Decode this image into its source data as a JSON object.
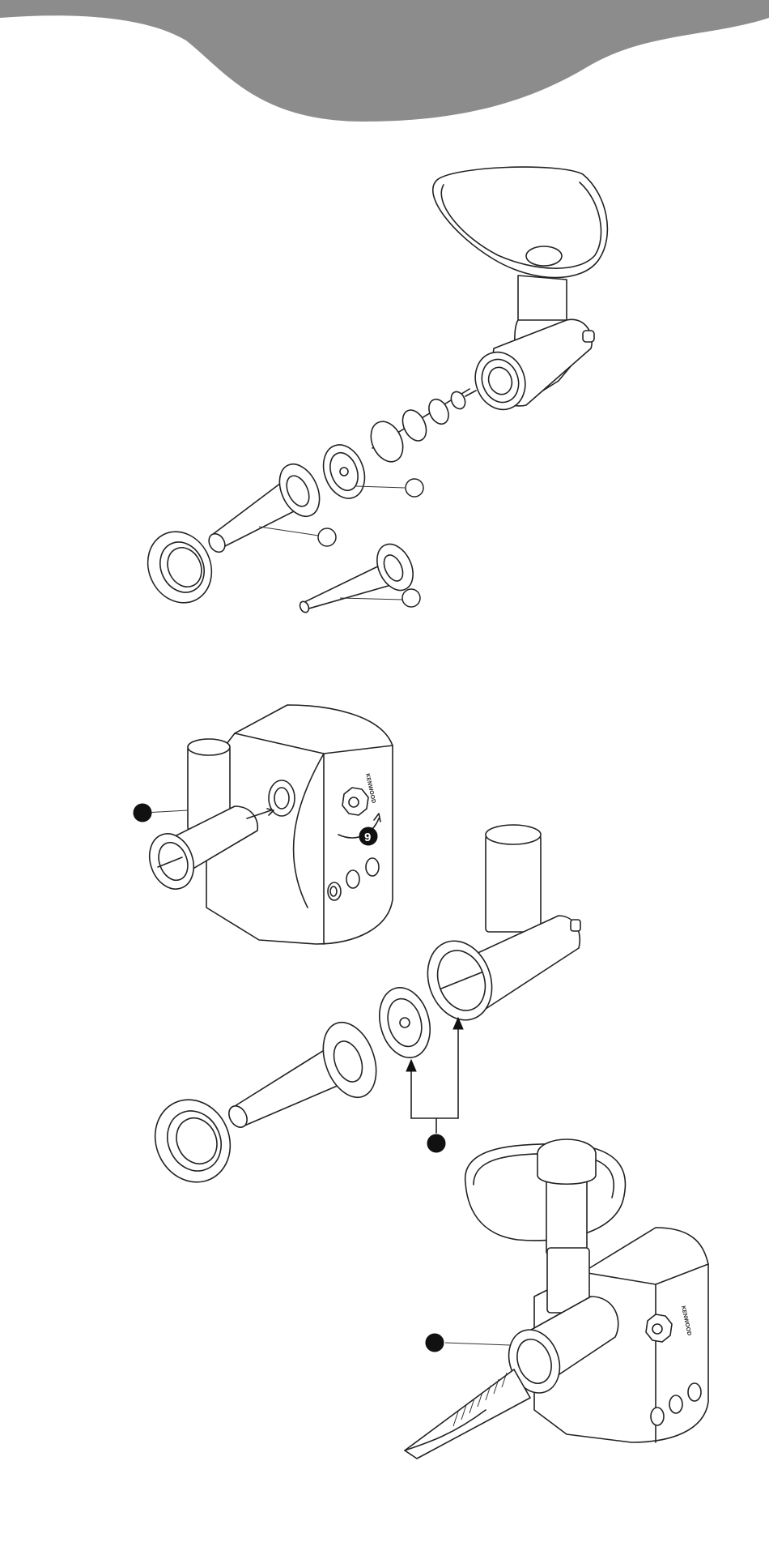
{
  "header": {
    "band_color": "#8c8c8c"
  },
  "figure_top": {
    "callouts": [
      "",
      "",
      ""
    ]
  },
  "figure_middle": {
    "brand_label": "KENWOOD",
    "step_badge": "9",
    "callouts": [
      "",
      ""
    ]
  },
  "figure_bottom": {
    "brand_label": "KENWOOD",
    "callouts": [
      ""
    ]
  }
}
